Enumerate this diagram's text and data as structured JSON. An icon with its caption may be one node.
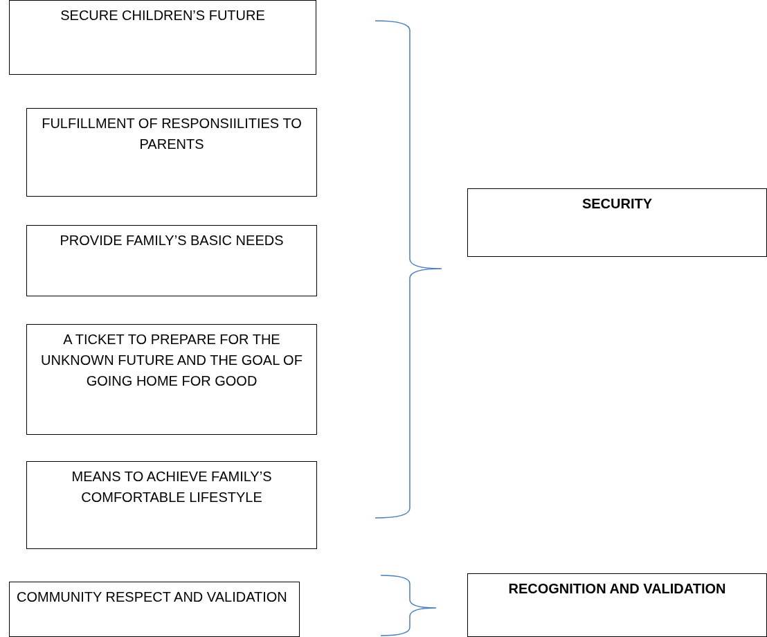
{
  "diagram": {
    "nodes": [
      {
        "text": [
          "SECURE CHILDREN’S FUTURE"
        ]
      },
      {
        "text": [
          "FULFILLMENT OF RESPONSIILITIES TO PARENTS"
        ]
      },
      {
        "text": [
          "PROVIDE FAMILY’S BASIC NEEDS"
        ]
      },
      {
        "text": [
          "A TICKET TO PREPARE FOR THE UNKNOWN FUTURE AND THE GOAL OF GOING HOME FOR GOOD"
        ]
      },
      {
        "text": [
          "MEANS TO ACHIEVE FAMILY’S COMFORTABLE LIFESTYLE"
        ]
      },
      {
        "text": [
          "SECURITY"
        ]
      },
      {
        "text": [
          "COMMUNITY RESPECT AND VALIDATION"
        ]
      },
      {
        "text": [
          "RECOGNITION AND VALIDATION"
        ]
      }
    ],
    "edges": []
  }
}
